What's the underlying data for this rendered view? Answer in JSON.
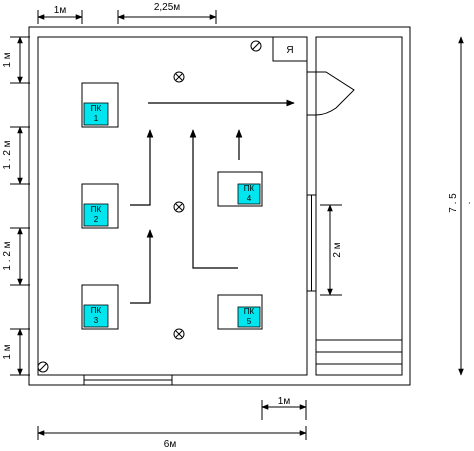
{
  "dimensions": {
    "top_left": "1м",
    "top_mid": "2,25м",
    "left_1": "1 м",
    "left_2": "1 . 2 м",
    "left_3": "1 . 2 м",
    "left_4": "1 м",
    "right_height": "7 . 5",
    "right_height_suffix": ".",
    "window": "2 м",
    "bottom_small": "1м",
    "bottom_width": "6м"
  },
  "cabinet_label": "Я",
  "workstations": [
    {
      "label": "ПК",
      "num": "1"
    },
    {
      "label": "ПК",
      "num": "2"
    },
    {
      "label": "ПК",
      "num": "3"
    },
    {
      "label": "ПК",
      "num": "4"
    },
    {
      "label": "ПК",
      "num": "5"
    }
  ],
  "colors": {
    "monitor": "#00e5ee",
    "line": "#000000"
  }
}
